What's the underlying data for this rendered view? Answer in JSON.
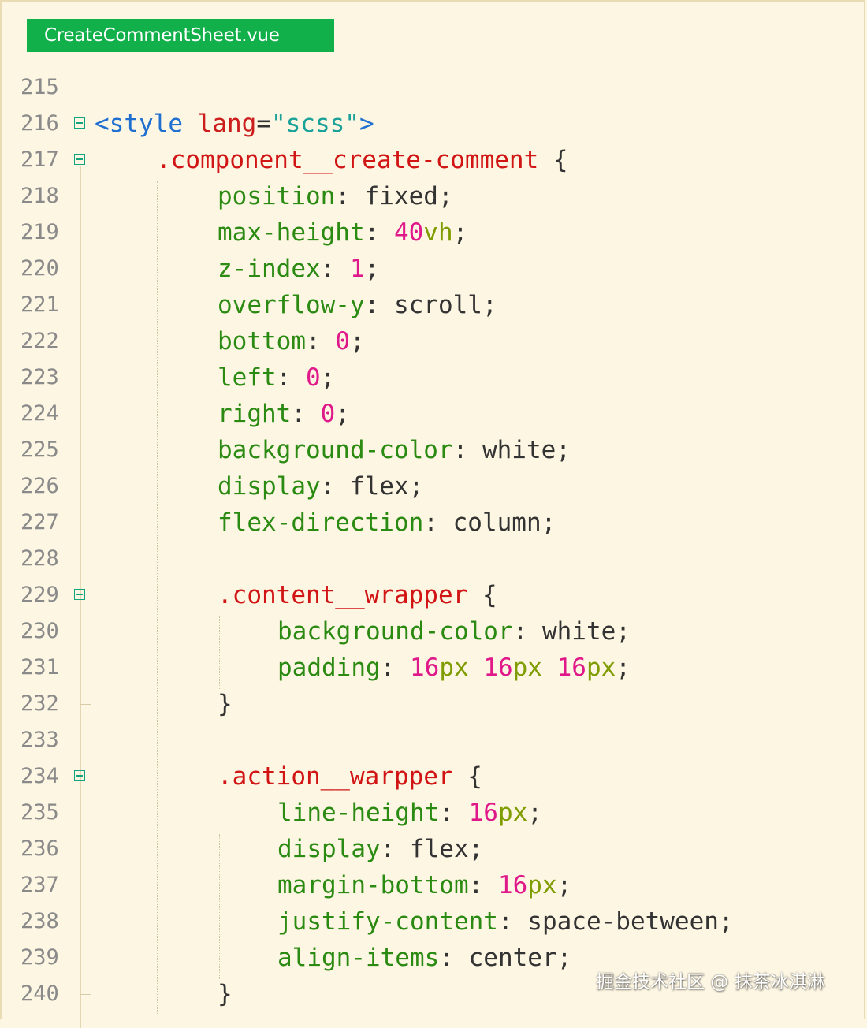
{
  "file_tab": {
    "label": "CreateCommentSheet.vue"
  },
  "colors": {
    "background": "#fdf6e3",
    "tab": "#12b04a",
    "tag": "#1f6fd0",
    "attribute": "#cc1d1d",
    "string": "#1aa198",
    "selector": "#d11414",
    "property": "#2a8a11",
    "number": "#e0198a",
    "unit": "#7f9c00",
    "text": "#333333",
    "line_number": "#8a8a8a"
  },
  "lines": [
    {
      "num": "215",
      "fold": false,
      "indent": 0,
      "tokens": []
    },
    {
      "num": "216",
      "fold": true,
      "indent": 0,
      "tokens": [
        {
          "t": "tag",
          "v": "<style"
        },
        {
          "t": "val",
          "v": " "
        },
        {
          "t": "attr",
          "v": "lang"
        },
        {
          "t": "val",
          "v": "="
        },
        {
          "t": "str",
          "v": "\"scss\""
        },
        {
          "t": "tag",
          "v": ">"
        }
      ]
    },
    {
      "num": "217",
      "fold": true,
      "indent": 1,
      "tokens": [
        {
          "t": "sel",
          "v": ".component__create-comment"
        },
        {
          "t": "val",
          "v": " {"
        }
      ]
    },
    {
      "num": "218",
      "fold": false,
      "indent": 2,
      "tokens": [
        {
          "t": "prop",
          "v": "position"
        },
        {
          "t": "val",
          "v": ": fixed;"
        }
      ]
    },
    {
      "num": "219",
      "fold": false,
      "indent": 2,
      "tokens": [
        {
          "t": "prop",
          "v": "max-height"
        },
        {
          "t": "val",
          "v": ": "
        },
        {
          "t": "num",
          "v": "40"
        },
        {
          "t": "unit",
          "v": "vh"
        },
        {
          "t": "val",
          "v": ";"
        }
      ]
    },
    {
      "num": "220",
      "fold": false,
      "indent": 2,
      "tokens": [
        {
          "t": "prop",
          "v": "z-index"
        },
        {
          "t": "val",
          "v": ": "
        },
        {
          "t": "num",
          "v": "1"
        },
        {
          "t": "val",
          "v": ";"
        }
      ]
    },
    {
      "num": "221",
      "fold": false,
      "indent": 2,
      "tokens": [
        {
          "t": "prop",
          "v": "overflow-y"
        },
        {
          "t": "val",
          "v": ": scroll;"
        }
      ]
    },
    {
      "num": "222",
      "fold": false,
      "indent": 2,
      "tokens": [
        {
          "t": "prop",
          "v": "bottom"
        },
        {
          "t": "val",
          "v": ": "
        },
        {
          "t": "num",
          "v": "0"
        },
        {
          "t": "val",
          "v": ";"
        }
      ]
    },
    {
      "num": "223",
      "fold": false,
      "indent": 2,
      "tokens": [
        {
          "t": "prop",
          "v": "left"
        },
        {
          "t": "val",
          "v": ": "
        },
        {
          "t": "num",
          "v": "0"
        },
        {
          "t": "val",
          "v": ";"
        }
      ]
    },
    {
      "num": "224",
      "fold": false,
      "indent": 2,
      "tokens": [
        {
          "t": "prop",
          "v": "right"
        },
        {
          "t": "val",
          "v": ": "
        },
        {
          "t": "num",
          "v": "0"
        },
        {
          "t": "val",
          "v": ";"
        }
      ]
    },
    {
      "num": "225",
      "fold": false,
      "indent": 2,
      "tokens": [
        {
          "t": "prop",
          "v": "background-color"
        },
        {
          "t": "val",
          "v": ": white;"
        }
      ]
    },
    {
      "num": "226",
      "fold": false,
      "indent": 2,
      "tokens": [
        {
          "t": "prop",
          "v": "display"
        },
        {
          "t": "val",
          "v": ": flex;"
        }
      ]
    },
    {
      "num": "227",
      "fold": false,
      "indent": 2,
      "tokens": [
        {
          "t": "prop",
          "v": "flex-direction"
        },
        {
          "t": "val",
          "v": ": column;"
        }
      ]
    },
    {
      "num": "228",
      "fold": false,
      "indent": 0,
      "tokens": []
    },
    {
      "num": "229",
      "fold": true,
      "indent": 2,
      "tokens": [
        {
          "t": "sel",
          "v": ".content__wrapper"
        },
        {
          "t": "val",
          "v": " {"
        }
      ]
    },
    {
      "num": "230",
      "fold": false,
      "indent": 3,
      "tokens": [
        {
          "t": "prop",
          "v": "background-color"
        },
        {
          "t": "val",
          "v": ": white;"
        }
      ]
    },
    {
      "num": "231",
      "fold": false,
      "indent": 3,
      "tokens": [
        {
          "t": "prop",
          "v": "padding"
        },
        {
          "t": "val",
          "v": ": "
        },
        {
          "t": "num",
          "v": "16"
        },
        {
          "t": "unit",
          "v": "px"
        },
        {
          "t": "val",
          "v": " "
        },
        {
          "t": "num",
          "v": "16"
        },
        {
          "t": "unit",
          "v": "px"
        },
        {
          "t": "val",
          "v": " "
        },
        {
          "t": "num",
          "v": "16"
        },
        {
          "t": "unit",
          "v": "px"
        },
        {
          "t": "val",
          "v": ";"
        }
      ]
    },
    {
      "num": "232",
      "fold": false,
      "indent": 2,
      "tokens": [
        {
          "t": "val",
          "v": "}"
        }
      ]
    },
    {
      "num": "233",
      "fold": false,
      "indent": 0,
      "tokens": []
    },
    {
      "num": "234",
      "fold": true,
      "indent": 2,
      "tokens": [
        {
          "t": "sel",
          "v": ".action__warpper"
        },
        {
          "t": "val",
          "v": " {"
        }
      ]
    },
    {
      "num": "235",
      "fold": false,
      "indent": 3,
      "tokens": [
        {
          "t": "prop",
          "v": "line-height"
        },
        {
          "t": "val",
          "v": ": "
        },
        {
          "t": "num",
          "v": "16"
        },
        {
          "t": "unit",
          "v": "px"
        },
        {
          "t": "val",
          "v": ";"
        }
      ]
    },
    {
      "num": "236",
      "fold": false,
      "indent": 3,
      "tokens": [
        {
          "t": "prop",
          "v": "display"
        },
        {
          "t": "val",
          "v": ": flex;"
        }
      ]
    },
    {
      "num": "237",
      "fold": false,
      "indent": 3,
      "tokens": [
        {
          "t": "prop",
          "v": "margin-bottom"
        },
        {
          "t": "val",
          "v": ": "
        },
        {
          "t": "num",
          "v": "16"
        },
        {
          "t": "unit",
          "v": "px"
        },
        {
          "t": "val",
          "v": ";"
        }
      ]
    },
    {
      "num": "238",
      "fold": false,
      "indent": 3,
      "tokens": [
        {
          "t": "prop",
          "v": "justify-content"
        },
        {
          "t": "val",
          "v": ": space-between;"
        }
      ]
    },
    {
      "num": "239",
      "fold": false,
      "indent": 3,
      "tokens": [
        {
          "t": "prop",
          "v": "align-items"
        },
        {
          "t": "val",
          "v": ": center;"
        }
      ]
    },
    {
      "num": "240",
      "fold": false,
      "indent": 2,
      "tokens": [
        {
          "t": "val",
          "v": "}"
        }
      ]
    }
  ],
  "watermark": {
    "text": "掘金技术社区 @ 抹茶冰淇淋"
  }
}
